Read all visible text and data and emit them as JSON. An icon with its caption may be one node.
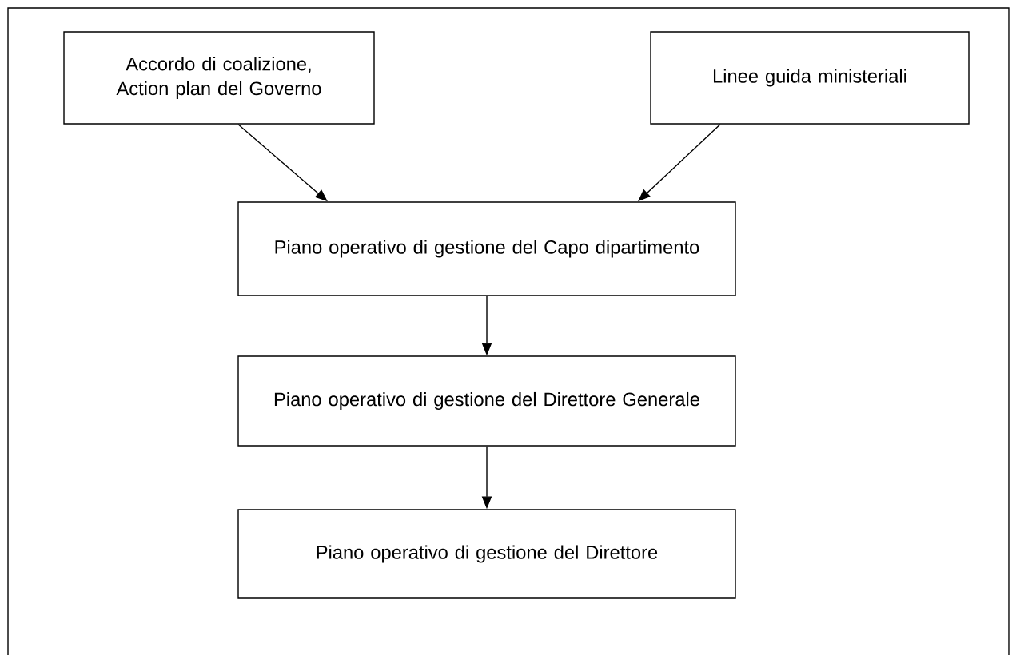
{
  "diagram": {
    "nodes": [
      {
        "text": [
          "Accordo di coalizione, Action plan del Governo"
        ]
      },
      {
        "text": [
          "Linee guida ministeriali"
        ]
      },
      {
        "text": [
          "Piano operativo di gestione del Capo dipartimento"
        ]
      },
      {
        "text": [
          "Piano operativo di gestione del Direttore Generale"
        ]
      },
      {
        "text": [
          "Piano operativo di gestione del Direttore"
        ]
      }
    ],
    "edges": [
      {
        "from": 0,
        "to": 2,
        "arrow": "to"
      },
      {
        "from": 1,
        "to": 2,
        "arrow": "to"
      },
      {
        "from": 2,
        "to": 3,
        "arrow": "to"
      },
      {
        "from": 3,
        "to": 4,
        "arrow": "to"
      }
    ]
  }
}
